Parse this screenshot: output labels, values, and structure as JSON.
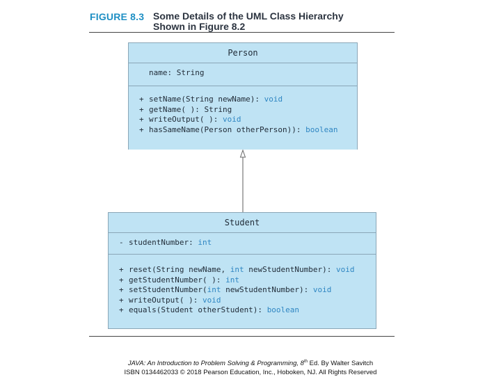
{
  "figure": {
    "label": "FIGURE 8.3",
    "title": "Some Details of the UML Class Hierarchy Shown in Figure 8.2"
  },
  "classes": {
    "person": {
      "name": "Person",
      "attributes": [
        {
          "visibility": "",
          "name": "name: ",
          "type": "String",
          "type_is_keyword": false
        }
      ],
      "operations": [
        {
          "visibility": "+",
          "signature": "setName(String newName): ",
          "return": "void",
          "return_is_keyword": true
        },
        {
          "visibility": "+",
          "signature": "getName( ): ",
          "return": "String",
          "return_is_keyword": false
        },
        {
          "visibility": "+",
          "signature": "writeOutput( ): ",
          "return": "void",
          "return_is_keyword": true
        },
        {
          "visibility": "+",
          "signature": "hasSameName(Person otherPerson)): ",
          "return": "boolean",
          "return_is_keyword": true
        }
      ]
    },
    "student": {
      "name": "Student",
      "attributes": [
        {
          "visibility": "-",
          "name": "studentNumber: ",
          "type": "int",
          "type_is_keyword": true
        }
      ],
      "operations": [
        {
          "visibility": "+",
          "parts": [
            [
              "reset(String newName, ",
              false
            ],
            [
              "int",
              true
            ],
            [
              " newStudentNumber): ",
              false
            ],
            [
              "void",
              true
            ]
          ]
        },
        {
          "visibility": "+",
          "parts": [
            [
              "getStudentNumber( ): ",
              false
            ],
            [
              "int",
              true
            ]
          ]
        },
        {
          "visibility": "+",
          "parts": [
            [
              "setStudentNumber(",
              false
            ],
            [
              "int",
              true
            ],
            [
              " newStudentNumber): ",
              false
            ],
            [
              "void",
              true
            ]
          ]
        },
        {
          "visibility": "+",
          "parts": [
            [
              "writeOutput( ): ",
              false
            ],
            [
              "void",
              true
            ]
          ]
        },
        {
          "visibility": "+",
          "parts": [
            [
              "equals(Student otherStudent): ",
              false
            ],
            [
              "boolean",
              true
            ]
          ]
        }
      ]
    }
  },
  "relationship": {
    "type": "generalization",
    "from": "Student",
    "to": "Person"
  },
  "footer": {
    "book_title": "JAVA: An Introduction to Problem Solving & Programming, 8",
    "edition_sup": "th",
    "edition_rest": " Ed. By Walter Savitch",
    "line2": "ISBN 0134462033 © 2018 Pearson Education, Inc., Hoboken, NJ. All Rights Reserved"
  },
  "colors": {
    "box_fill": "#bfe3f4",
    "box_border": "#8aa6b7",
    "keyword": "#2f86c2",
    "figure_label": "#1e8fc4"
  }
}
